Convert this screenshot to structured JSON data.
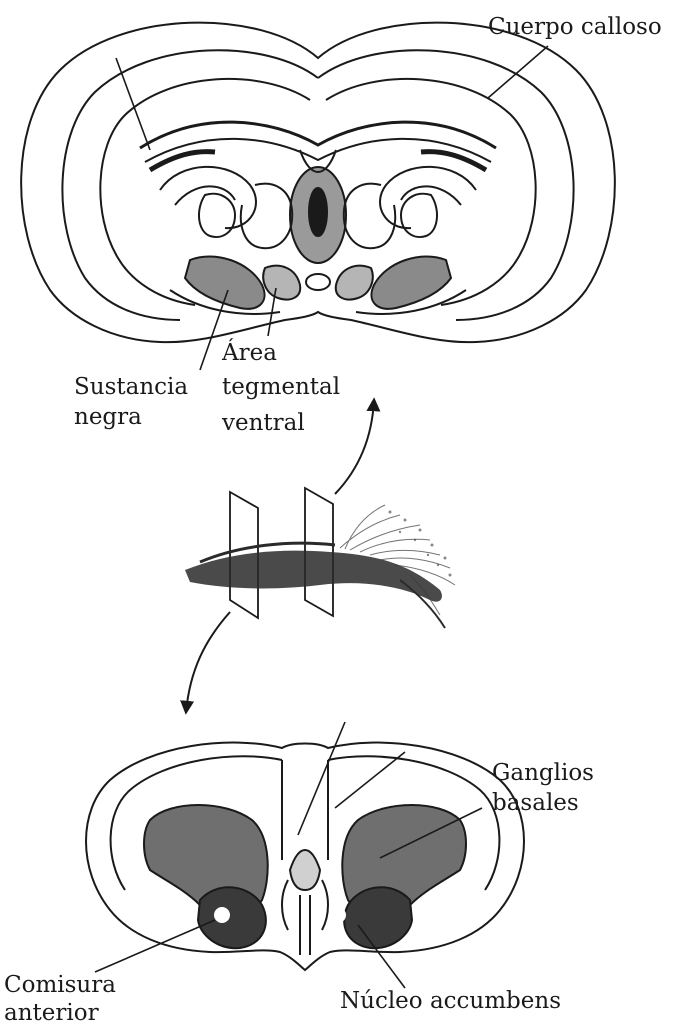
{
  "labels": {
    "corpus_callosum": "Cuerpo calloso",
    "substantia_nigra_1": "Sustancia",
    "substantia_nigra_2": "negra",
    "vta_1": "Área",
    "vta_2": "tegmental",
    "vta_3": "ventral",
    "basal_ganglia_1": "Ganglios",
    "basal_ganglia_2": "basales",
    "anterior_commissure_1": "Comisura",
    "anterior_commissure_2": "anterior",
    "nucleus_accumbens": "Núcleo accumbens"
  },
  "colors": {
    "ink": "#1a1a1a",
    "basal_ganglia_fill": "#6f6f6f",
    "accumbens_fill": "#3a3a3a",
    "substantia_nigra_fill": "#8a8a8a",
    "background": "#ffffff"
  }
}
